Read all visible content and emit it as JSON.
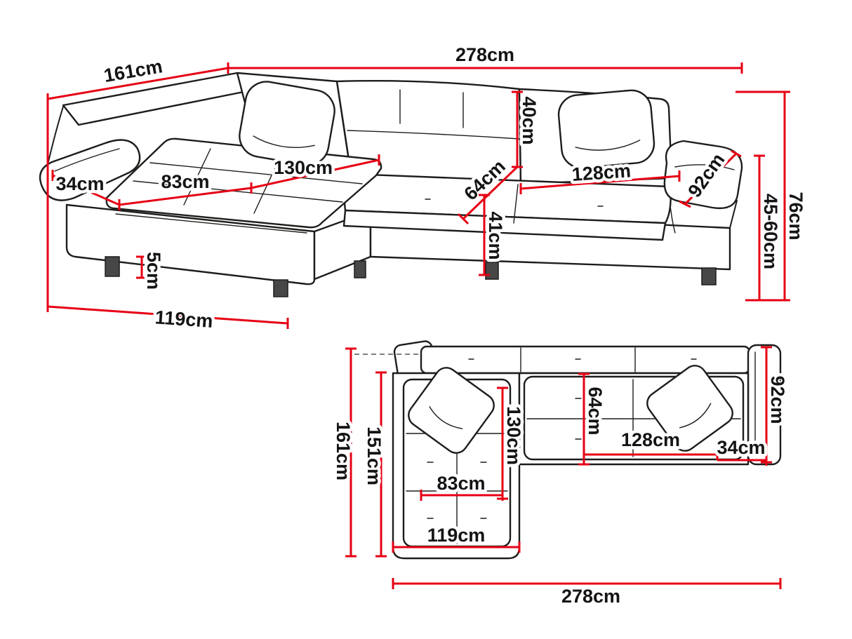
{
  "colors": {
    "dimension_red": "#e60014",
    "outline_ink": "#1d1d1b",
    "background": "#ffffff"
  },
  "perspective": {
    "dims": {
      "total_width": "278cm",
      "total_depth": "161cm",
      "back_cushion_height": "40cm",
      "armrest_width": "34cm",
      "chaise_cushion_width": "83cm",
      "chaise_cushion_length": "130cm",
      "seat_depth": "64cm",
      "seat_cushion_width": "128cm",
      "armrest_depth": "92cm",
      "total_height": "76cm",
      "backrest_height_range": "45-60cm",
      "seat_height": "41cm",
      "leg_height": "5cm",
      "chaise_width": "119cm"
    }
  },
  "top": {
    "dims": {
      "total_depth": "161cm",
      "inner_depth": "151cm",
      "chaise_cushion_length": "130cm",
      "seat_depth": "64cm",
      "armrest_depth": "92cm",
      "seat_cushion_width": "128cm",
      "armrest_width": "34cm",
      "chaise_cushion_width": "83cm",
      "chaise_width": "119cm",
      "total_width": "278cm"
    }
  }
}
